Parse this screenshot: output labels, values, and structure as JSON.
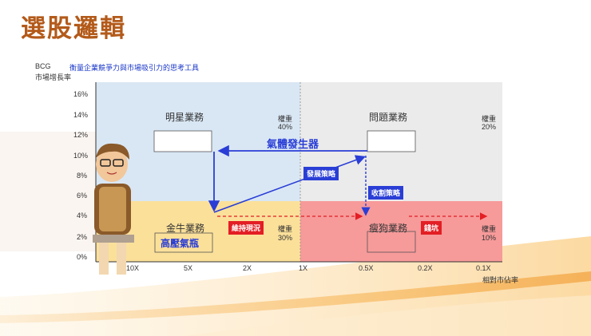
{
  "title": "選股邏輯",
  "bcg": {
    "label": "BCG",
    "subtitle": "衡量企業競爭力與市場吸引力的思考工具",
    "y_axis_label": "市場增長率",
    "x_axis_label": "相對市佔率",
    "y_ticks": [
      "16%",
      "14%",
      "12%",
      "10%",
      "8%",
      "6%",
      "4%",
      "2%",
      "0%"
    ],
    "x_ticks": [
      "10X",
      "5X",
      "2X",
      "1X",
      "0.5X",
      "0.2X",
      "0.1X"
    ]
  },
  "quadrants": {
    "star": {
      "name": "明星業務",
      "weight_label": "權重",
      "weight_value": "40%"
    },
    "question": {
      "name": "問題業務",
      "weight_label": "權重",
      "weight_value": "20%"
    },
    "cow": {
      "name": "金牛業務",
      "weight_label": "權重",
      "weight_value": "30%",
      "highlight": "高壓氣瓶"
    },
    "dog": {
      "name": "瘦狗業務",
      "weight_label": "權重",
      "weight_value": "10%"
    }
  },
  "labels": {
    "generator": "氣體發生器",
    "develop": "發展策略",
    "harvest": "收割策略",
    "maintain": "維持現況",
    "drain": "錢坑"
  },
  "colors": {
    "title": "#b35a1a",
    "star_bg": "#d9e7f4",
    "question_bg": "#ebebeb",
    "cow_bg": "#fbe09a",
    "dog_bg": "#f79a9a",
    "blue": "#2a3ed6",
    "red": "#e31e24"
  }
}
